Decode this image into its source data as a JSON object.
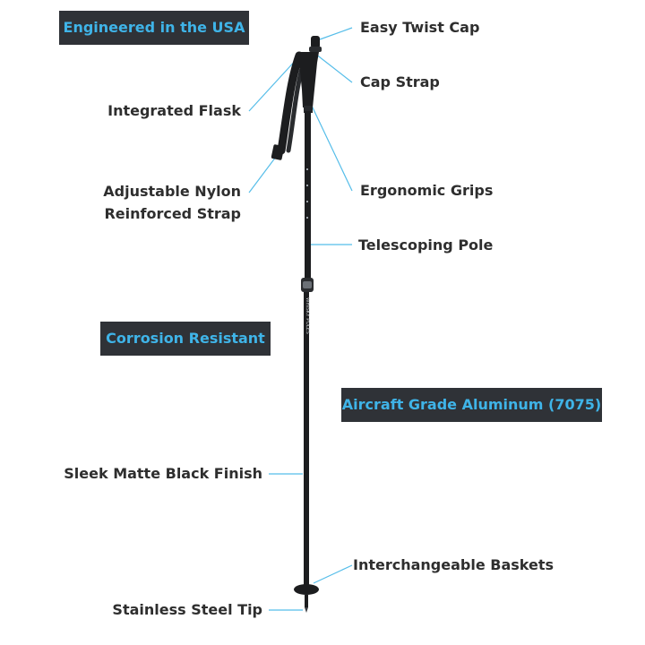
{
  "badges": {
    "engineered": "Engineered in the USA",
    "corrosion": "Corrosion Resistant",
    "aluminum": "Aircraft Grade Aluminum (7075)"
  },
  "callouts": {
    "twist_cap": "Easy Twist Cap",
    "cap_strap": "Cap Strap",
    "flask": "Integrated Flask",
    "nylon_strap_line1": "Adjustable Nylon",
    "nylon_strap_line2": "Reinforced Strap",
    "grips": "Ergonomic Grips",
    "telescoping": "Telescoping Pole",
    "finish": "Sleek Matte Black Finish",
    "baskets": "Interchangeable Baskets",
    "tip": "Stainless Steel Tip"
  },
  "pole_brand": "WHISKY POLES",
  "colors": {
    "badge_bg": "#2f3237",
    "badge_text": "#3fb4e8",
    "label_text": "#2e2e2e",
    "leader_line": "#55bde9",
    "pole": "#1c1d1f"
  }
}
